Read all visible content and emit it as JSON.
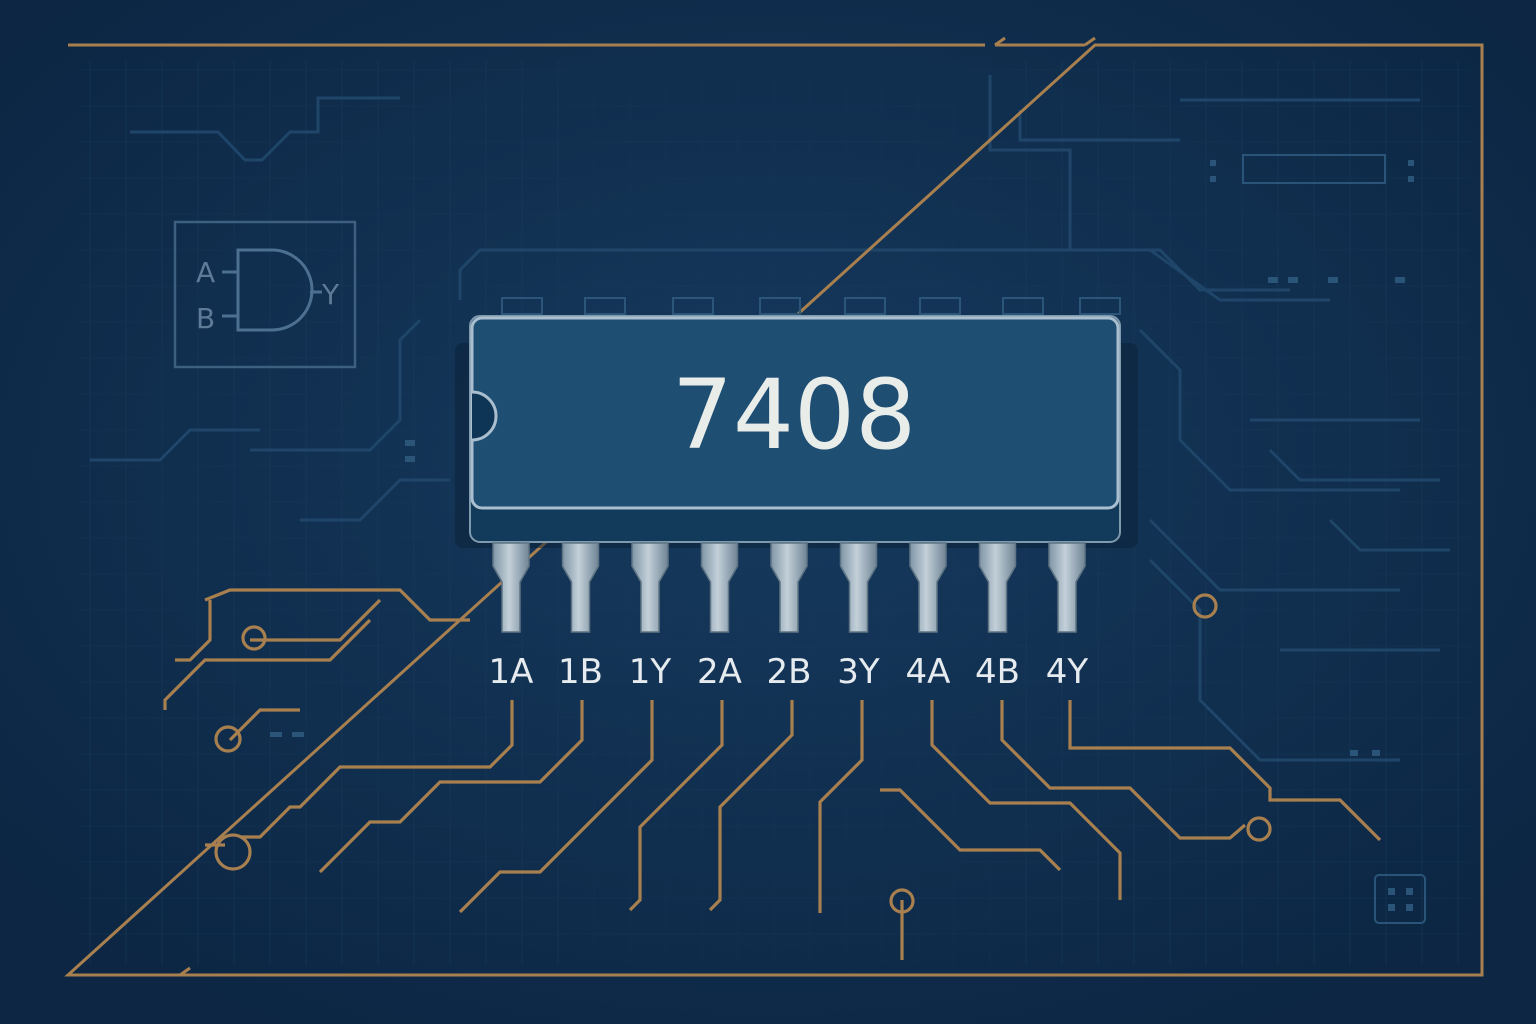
{
  "chip": {
    "part_number": "7408",
    "pins": [
      {
        "label": "1A"
      },
      {
        "label": "1B"
      },
      {
        "label": "1Y"
      },
      {
        "label": "2A"
      },
      {
        "label": "2B"
      },
      {
        "label": "3Y"
      },
      {
        "label": "4A"
      },
      {
        "label": "4B"
      },
      {
        "label": "4Y"
      }
    ]
  },
  "gate_symbol": {
    "input_a": "A",
    "input_b": "B",
    "output": "Y"
  },
  "colors": {
    "background": "#0e2a47",
    "grid": "#1d3f61",
    "copper_trace": "#a8804f",
    "frame": "#a8804f",
    "chip_body": "#1e4d71",
    "chip_border": "#9ab2c6",
    "pin_metal": "#9fb0bd",
    "label_text": "#e6ebef"
  }
}
